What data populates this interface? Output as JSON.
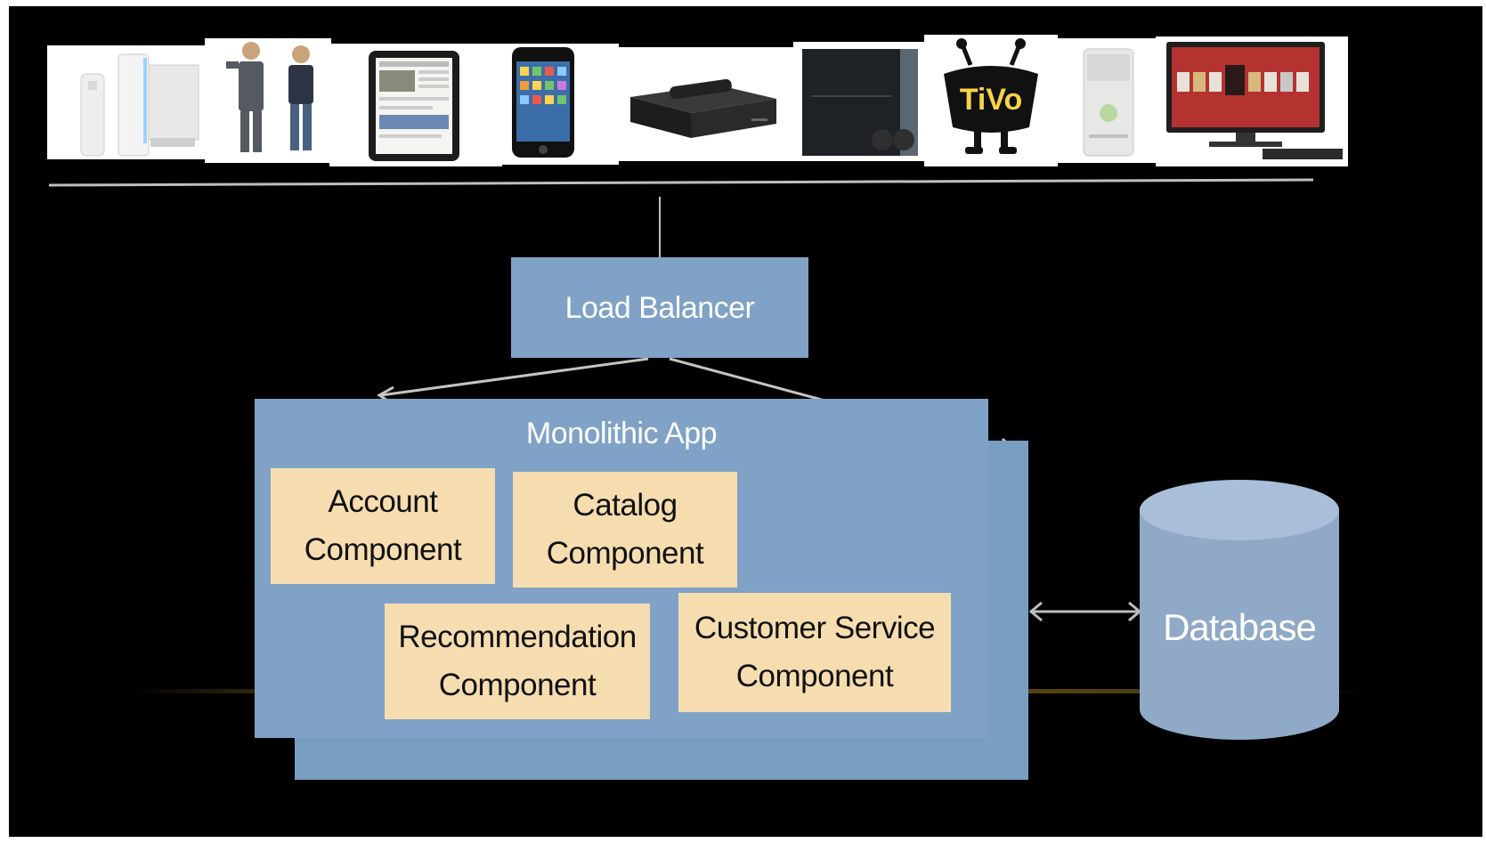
{
  "diagram": {
    "devices": [
      {
        "name": "Wii console",
        "icon": "game-console-icon"
      },
      {
        "name": "People",
        "icon": "people-icon"
      },
      {
        "name": "iPad",
        "icon": "tablet-icon"
      },
      {
        "name": "iPhone",
        "icon": "smartphone-icon"
      },
      {
        "name": "Set-top box",
        "icon": "set-top-box-icon"
      },
      {
        "name": "PlayStation 3",
        "icon": "game-console-icon"
      },
      {
        "name": "TiVo",
        "icon": "tivo-logo"
      },
      {
        "name": "Xbox 360",
        "icon": "game-console-icon"
      },
      {
        "name": "Smart TV",
        "icon": "tv-icon"
      }
    ],
    "load_balancer": "Load Balancer",
    "app": {
      "title": "Monolithic App",
      "components": [
        {
          "line1": "Account",
          "line2": "Component"
        },
        {
          "line1": "Catalog",
          "line2": "Component"
        },
        {
          "line1": "Recommendation",
          "line2": "Component"
        },
        {
          "line1": "Customer Service",
          "line2": "Component"
        }
      ]
    },
    "database": "Database",
    "tivo_text": "TiVo",
    "colors": {
      "background": "#000000",
      "box_blue": "#7fa2c6",
      "component_tan": "#f6ddb0",
      "database": "#8fa9c6"
    }
  }
}
